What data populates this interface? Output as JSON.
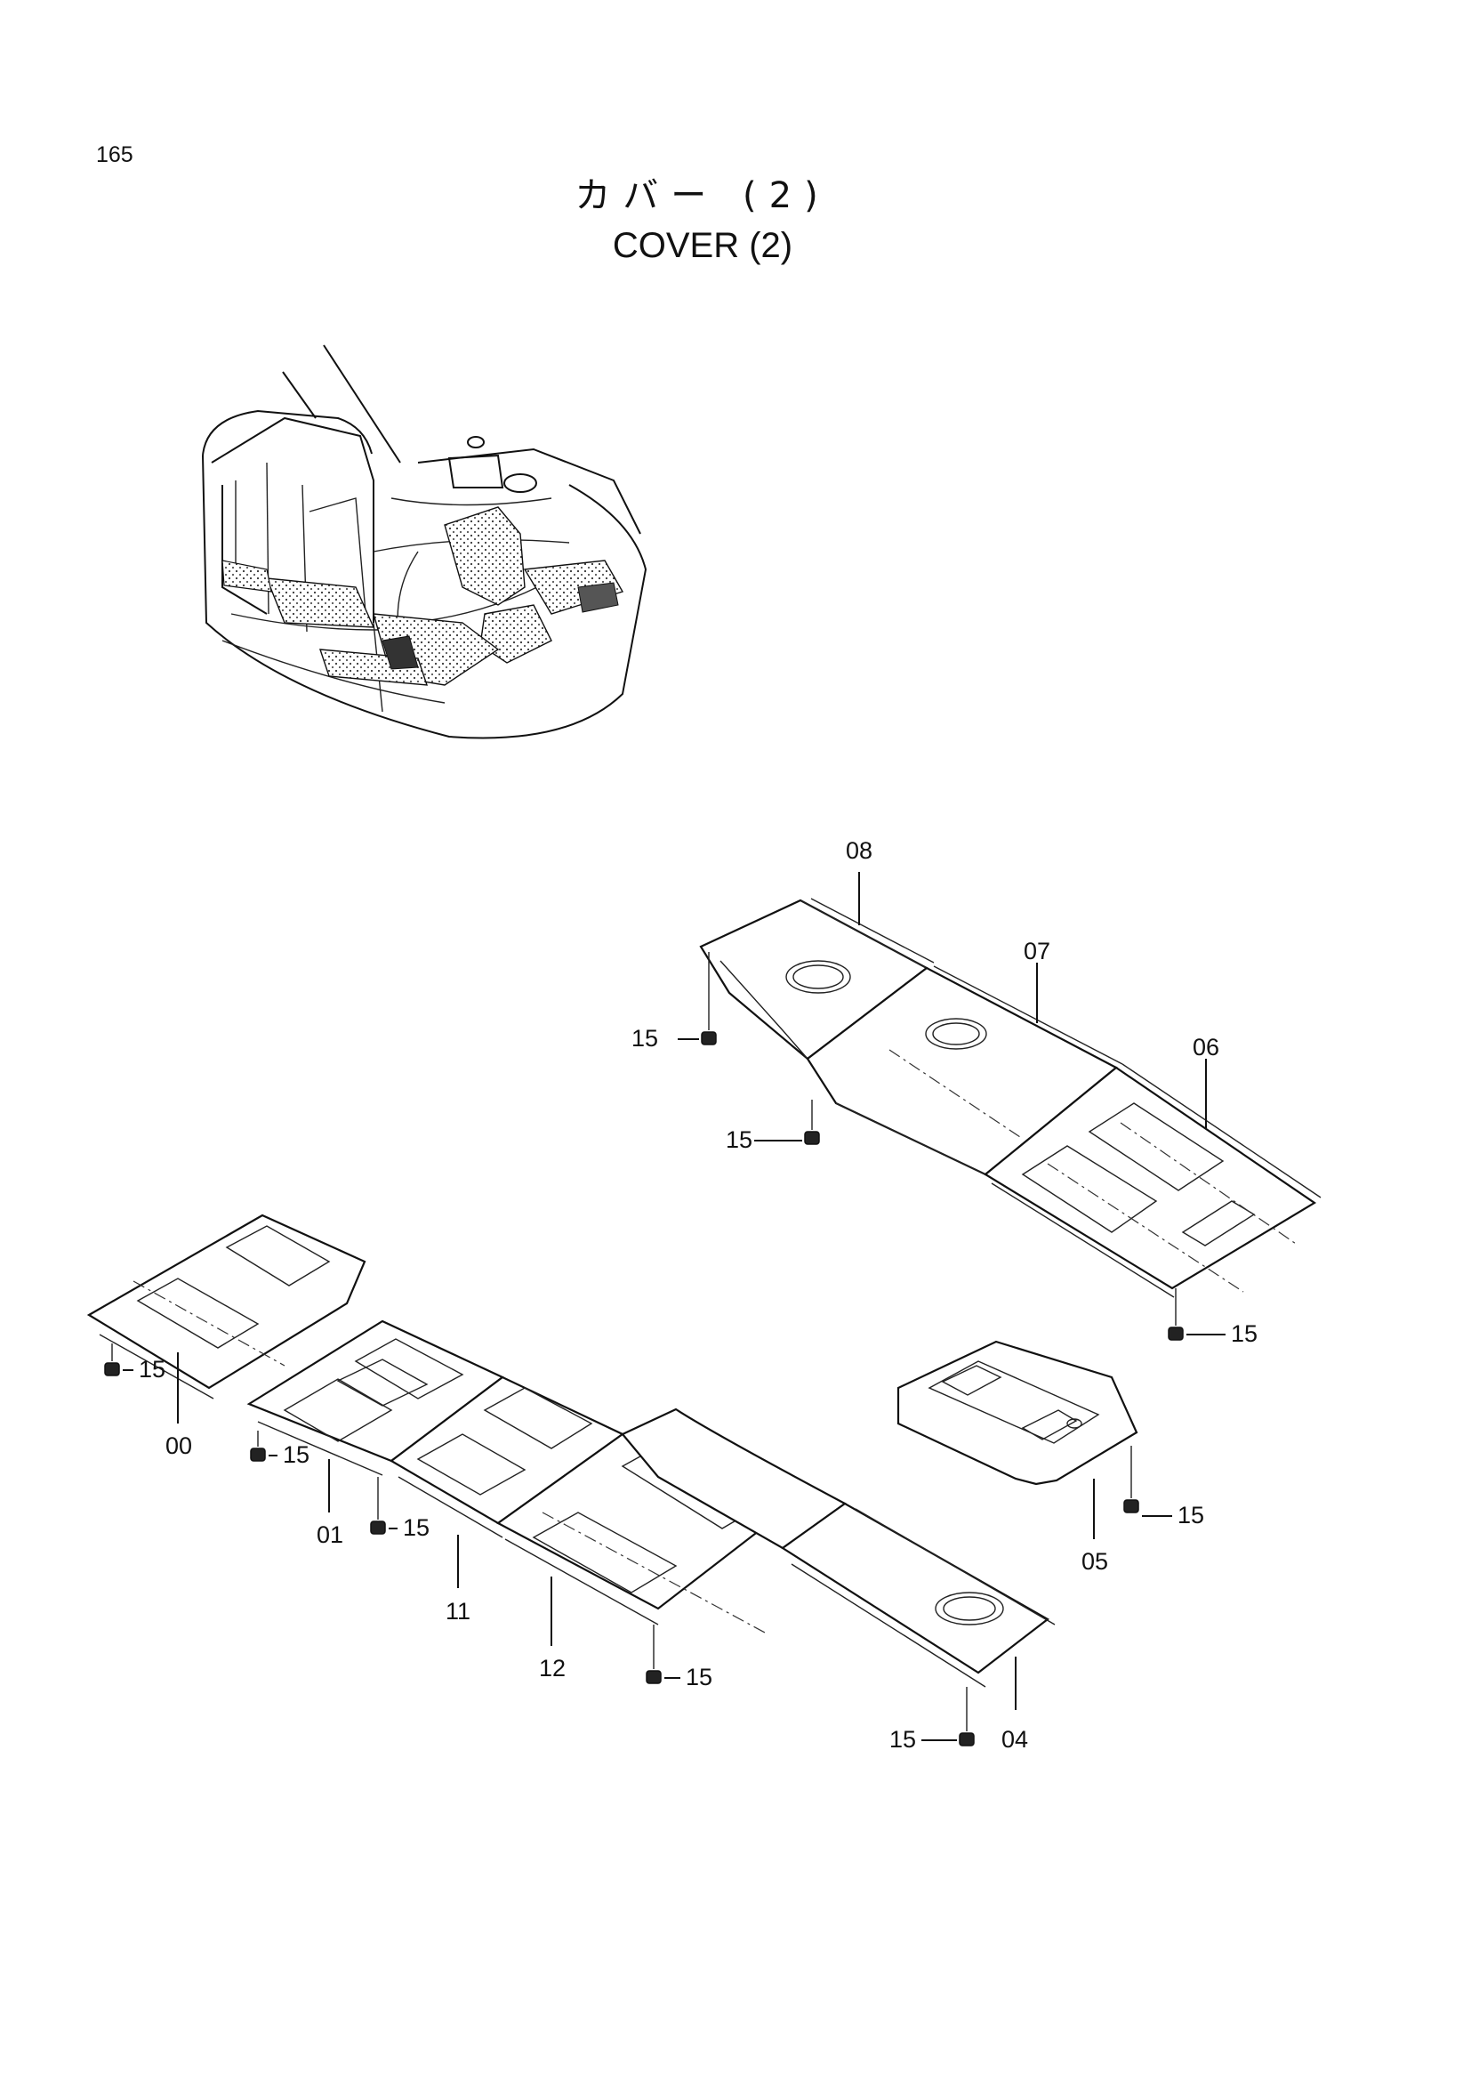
{
  "page": {
    "number": "165"
  },
  "title": {
    "japanese": "カバー (2)",
    "english": "COVER (2)"
  },
  "callouts": {
    "c08": "08",
    "c07": "07",
    "c06": "06",
    "c15a": "15",
    "c15b": "15",
    "c15c": "15",
    "c15d": "15",
    "c15e": "15",
    "c15f": "15",
    "c15g": "15",
    "c15h": "15",
    "c15i": "15",
    "c00": "00",
    "c01": "01",
    "c11": "11",
    "c12": "12",
    "c04": "04",
    "c05": "05"
  }
}
